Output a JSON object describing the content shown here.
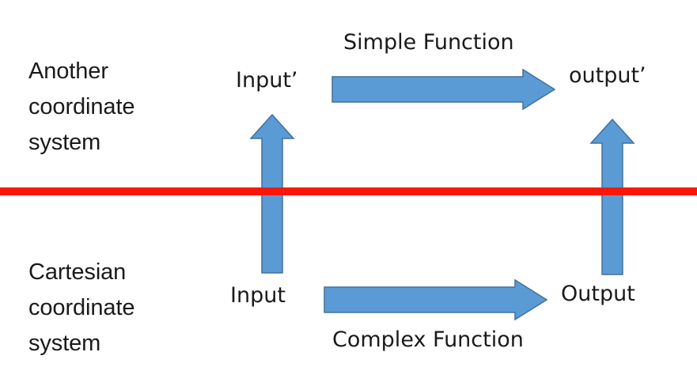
{
  "diagram": {
    "title": "Coordinate system function mapping diagram",
    "regions": {
      "upper": {
        "label": "Another\ncoordinate\nsystem"
      },
      "lower": {
        "label": "Cartesian\ncoordinate\nsystem"
      }
    },
    "nodes": {
      "input_prime": "Input’",
      "output_prime": "output’",
      "input": "Input",
      "output": "Output"
    },
    "functions": {
      "simple": "Simple Function",
      "complex": "Complex Function"
    },
    "arrows": [
      {
        "name": "vertical-left",
        "direction": "up",
        "from": "Input",
        "to": "Input’"
      },
      {
        "name": "vertical-right",
        "direction": "up",
        "from": "Output",
        "to": "output’"
      },
      {
        "name": "horizontal-top",
        "direction": "right",
        "from": "Input’",
        "to": "output’",
        "label": "Simple Function"
      },
      {
        "name": "horizontal-bottom",
        "direction": "right",
        "from": "Input",
        "to": "Output",
        "label": "Complex Function"
      }
    ],
    "colors": {
      "arrow_fill": "#5b9bd5",
      "arrow_stroke": "#41719c",
      "divider": "#fa1706",
      "text": "#1a1a1a",
      "background": "#ffffff"
    }
  }
}
